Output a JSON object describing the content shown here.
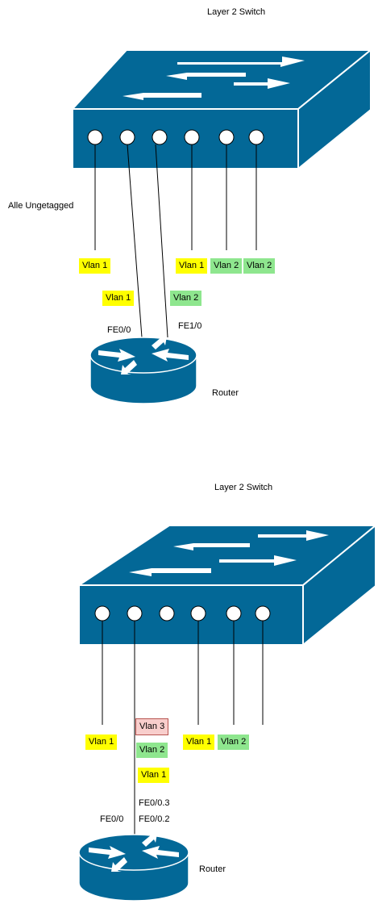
{
  "top": {
    "switch_title": "Layer 2 Switch",
    "note": "Alle Ungetagged",
    "port_tags": [
      "Vlan 1",
      "Vlan 1",
      "Vlan 2",
      "Vlan 2"
    ],
    "router_tags": [
      "Vlan 1",
      "Vlan 2"
    ],
    "interfaces": [
      "FE0/0",
      "FE1/0"
    ],
    "router_label": "Router"
  },
  "bottom": {
    "switch_title": "Layer 2 Switch",
    "port_tags": [
      "Vlan 1",
      "Vlan 1",
      "Vlan 2"
    ],
    "trunk_tags": [
      "Vlan 3",
      "Vlan 2",
      "Vlan 1"
    ],
    "interfaces_right": [
      "FE0/0.3",
      "FE0/0.2"
    ],
    "interface_left": "FE0/0",
    "router_label": "Router"
  },
  "colors": {
    "device": "#036897",
    "vlan1": "#ffff00",
    "vlan2": "#8ee68e",
    "vlan3": "#f8cecc"
  }
}
